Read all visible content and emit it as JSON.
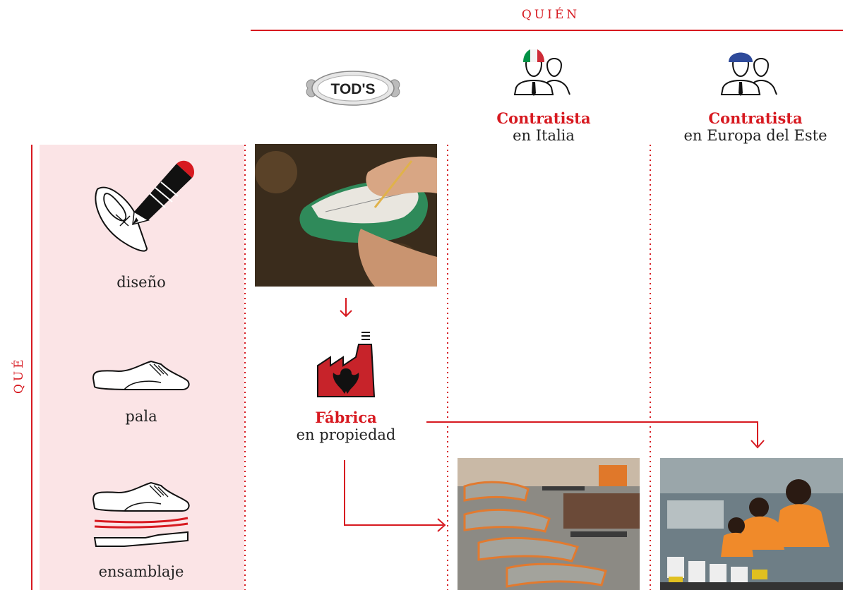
{
  "header": {
    "who_label": "QUIÉN",
    "what_label": "QUÉ"
  },
  "columns": {
    "brand": {
      "logo_text": "TOD'S"
    },
    "italy": {
      "title": "Contratista",
      "subtitle": "en Italia",
      "helmet_colors": [
        "#009246",
        "#ffffff",
        "#ce2b37"
      ]
    },
    "east_europe": {
      "title": "Contratista",
      "subtitle": "en Europa del Este",
      "helmet_color": "#2e4a9a"
    }
  },
  "steps": [
    {
      "label": "diseño",
      "icon": "pencil-on-shoe-sole-icon"
    },
    {
      "label": "pala",
      "icon": "shoe-upper-icon"
    },
    {
      "label": "ensamblaje",
      "icon": "shoe-assembly-icon"
    }
  ],
  "factory": {
    "title": "Fábrica",
    "subtitle": "en propiedad",
    "flag": "albania-eagle-icon"
  },
  "colors": {
    "accent": "#d71920",
    "band": "#fbe4e6"
  }
}
